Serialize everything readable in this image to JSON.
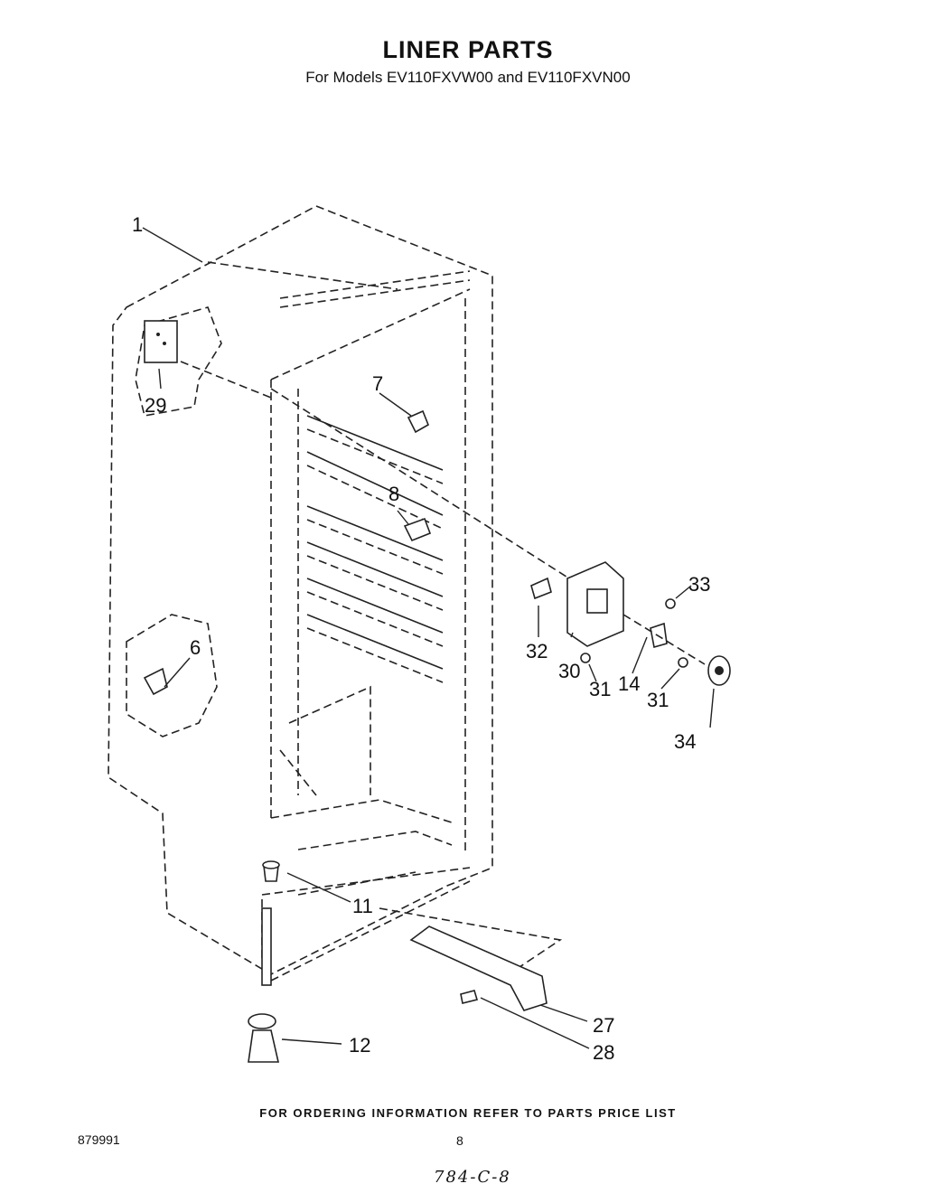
{
  "header": {
    "title": "LINER PARTS",
    "subtitle": "For Models EV110FXVW00 and EV110FXVN00"
  },
  "callouts": {
    "c1": "1",
    "c29": "29",
    "c7": "7",
    "c8": "8",
    "c6": "6",
    "c33": "33",
    "c32": "32",
    "c30": "30",
    "c31a": "31",
    "c14": "14",
    "c31b": "31",
    "c34": "34",
    "c11": "11",
    "c27": "27",
    "c28": "28",
    "c12": "12"
  },
  "footer": {
    "ordering_note": "FOR ORDERING INFORMATION REFER TO PARTS PRICE LIST",
    "doc_number": "879991",
    "page_number": "8",
    "handwritten_note": "784-C-8"
  }
}
